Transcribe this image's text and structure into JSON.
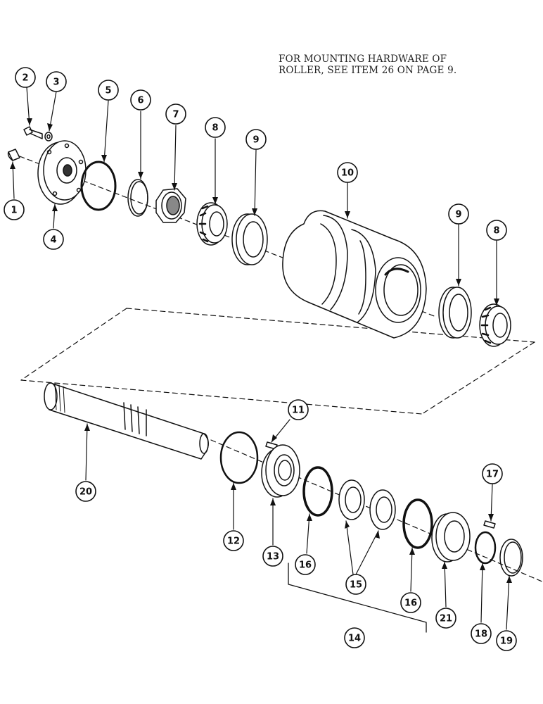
{
  "note": {
    "line1": "FOR MOUNTING HARDWARE OF",
    "line2": "ROLLER, SEE ITEM 26 ON PAGE 9."
  },
  "callouts": [
    {
      "id": "c1",
      "label": "1"
    },
    {
      "id": "c2",
      "label": "2"
    },
    {
      "id": "c3",
      "label": "3"
    },
    {
      "id": "c4",
      "label": "4"
    },
    {
      "id": "c5",
      "label": "5"
    },
    {
      "id": "c6",
      "label": "6"
    },
    {
      "id": "c7",
      "label": "7"
    },
    {
      "id": "c8a",
      "label": "8"
    },
    {
      "id": "c9a",
      "label": "9"
    },
    {
      "id": "c10",
      "label": "10"
    },
    {
      "id": "c9b",
      "label": "9"
    },
    {
      "id": "c8b",
      "label": "8"
    },
    {
      "id": "c11",
      "label": "11"
    },
    {
      "id": "c20",
      "label": "20"
    },
    {
      "id": "c12",
      "label": "12"
    },
    {
      "id": "c13",
      "label": "13"
    },
    {
      "id": "c16a",
      "label": "16"
    },
    {
      "id": "c15",
      "label": "15"
    },
    {
      "id": "c16b",
      "label": "16"
    },
    {
      "id": "c14",
      "label": "14"
    },
    {
      "id": "c21",
      "label": "21"
    },
    {
      "id": "c17",
      "label": "17"
    },
    {
      "id": "c18",
      "label": "18"
    },
    {
      "id": "c19",
      "label": "19"
    }
  ]
}
